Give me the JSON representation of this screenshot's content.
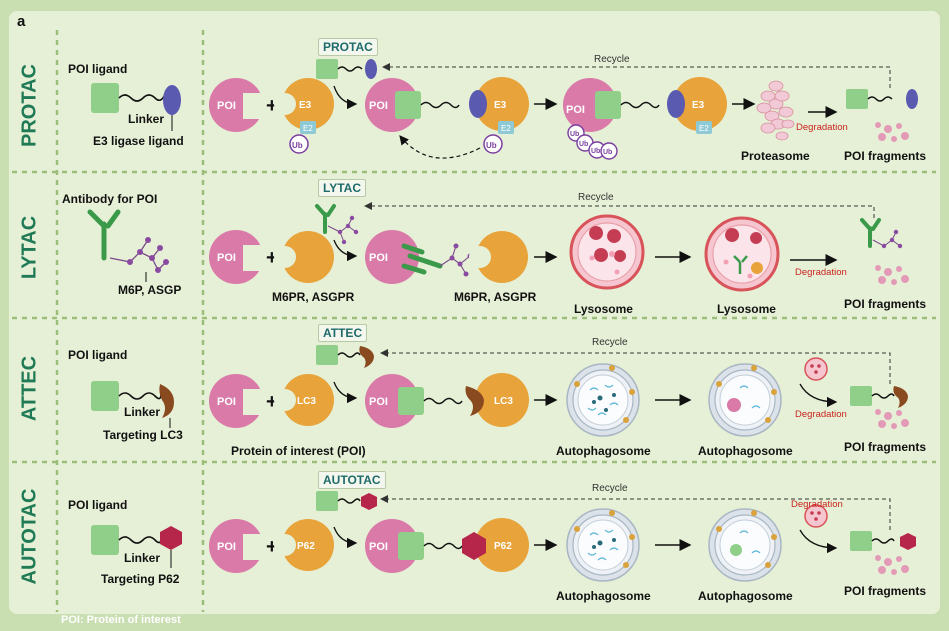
{
  "figure_label": "a",
  "footnote": "POI: Protein of interest",
  "rows": {
    "protac": {
      "side_label": "PROTAC",
      "legend": {
        "ligand": "POI ligand",
        "linker": "Linker",
        "e3": "E3 ligase ligand"
      },
      "tag": "PROTAC",
      "poi": "POI",
      "e3": "E3",
      "e2": "E2",
      "ub": "Ub",
      "recycle": "Recycle",
      "degradation": "Degradation",
      "proteasome": "Proteasome",
      "fragments": "POI fragments"
    },
    "lytac": {
      "side_label": "LYTAC",
      "legend": {
        "antibody": "Antibody for POI",
        "m6p": "M6P, ASGP"
      },
      "tag": "LYTAC",
      "poi": "POI",
      "receptor1": "M6PR, ASGPR",
      "receptor2": "M6PR, ASGPR",
      "lysosome1": "Lysosome",
      "lysosome2": "Lysosome",
      "recycle": "Recycle",
      "degradation": "Degradation",
      "fragments": "POI fragments"
    },
    "attec": {
      "side_label": "ATTEC",
      "legend": {
        "ligand": "POI ligand",
        "linker": "Linker",
        "target": "Targeting LC3"
      },
      "tag": "ATTEC",
      "poi": "POI",
      "lc3": "LC3",
      "poi_caption": "Protein of interest (POI)",
      "autophagosome1": "Autophagosome",
      "autophagosome2": "Autophagosome",
      "recycle": "Recycle",
      "degradation": "Degradation",
      "fragments": "POI fragments"
    },
    "autotac": {
      "side_label": "AUTOTAC",
      "legend": {
        "ligand": "POI ligand",
        "linker": "Linker",
        "target": "Targeting P62"
      },
      "tag": "AUTOTAC",
      "poi": "POI",
      "p62": "P62",
      "autophagosome1": "Autophagosome",
      "autophagosome2": "Autophagosome",
      "recycle": "Recycle",
      "degradation": "Degradation",
      "fragments": "POI fragments"
    }
  },
  "colors": {
    "poi": "#d97aa8",
    "e3": "#e8a33b",
    "ligand": "#8fcf8a",
    "e3_ligand": "#5a5ab0",
    "ub": "#7b3fa0",
    "e2": "#8ec9d6",
    "lc3_target": "#8a4a1f",
    "p62_target": "#b5264a",
    "antibody": "#3a9a4a",
    "lysosome": "#d8535a",
    "side_text": "#1f7a55",
    "degradation": "#c9241f"
  }
}
